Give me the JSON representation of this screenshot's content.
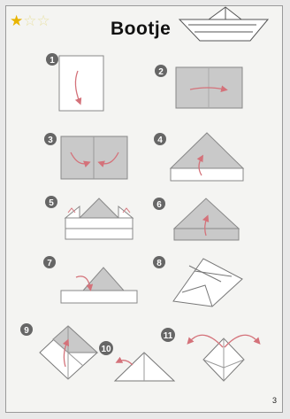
{
  "header": {
    "title": "Bootje",
    "rating_filled": 1,
    "rating_total": 3,
    "stars": [
      "★",
      "☆",
      "☆"
    ]
  },
  "steps": [
    "1",
    "2",
    "3",
    "4",
    "5",
    "6",
    "7",
    "8",
    "9",
    "10",
    "11"
  ],
  "footer": {
    "page_number": "3"
  },
  "colors": {
    "paper_grey": "#c9c9c9",
    "paper_white": "#ffffff",
    "fold_arrow": "#d4727a",
    "badge": "#666666",
    "star_on": "#e8b400"
  }
}
